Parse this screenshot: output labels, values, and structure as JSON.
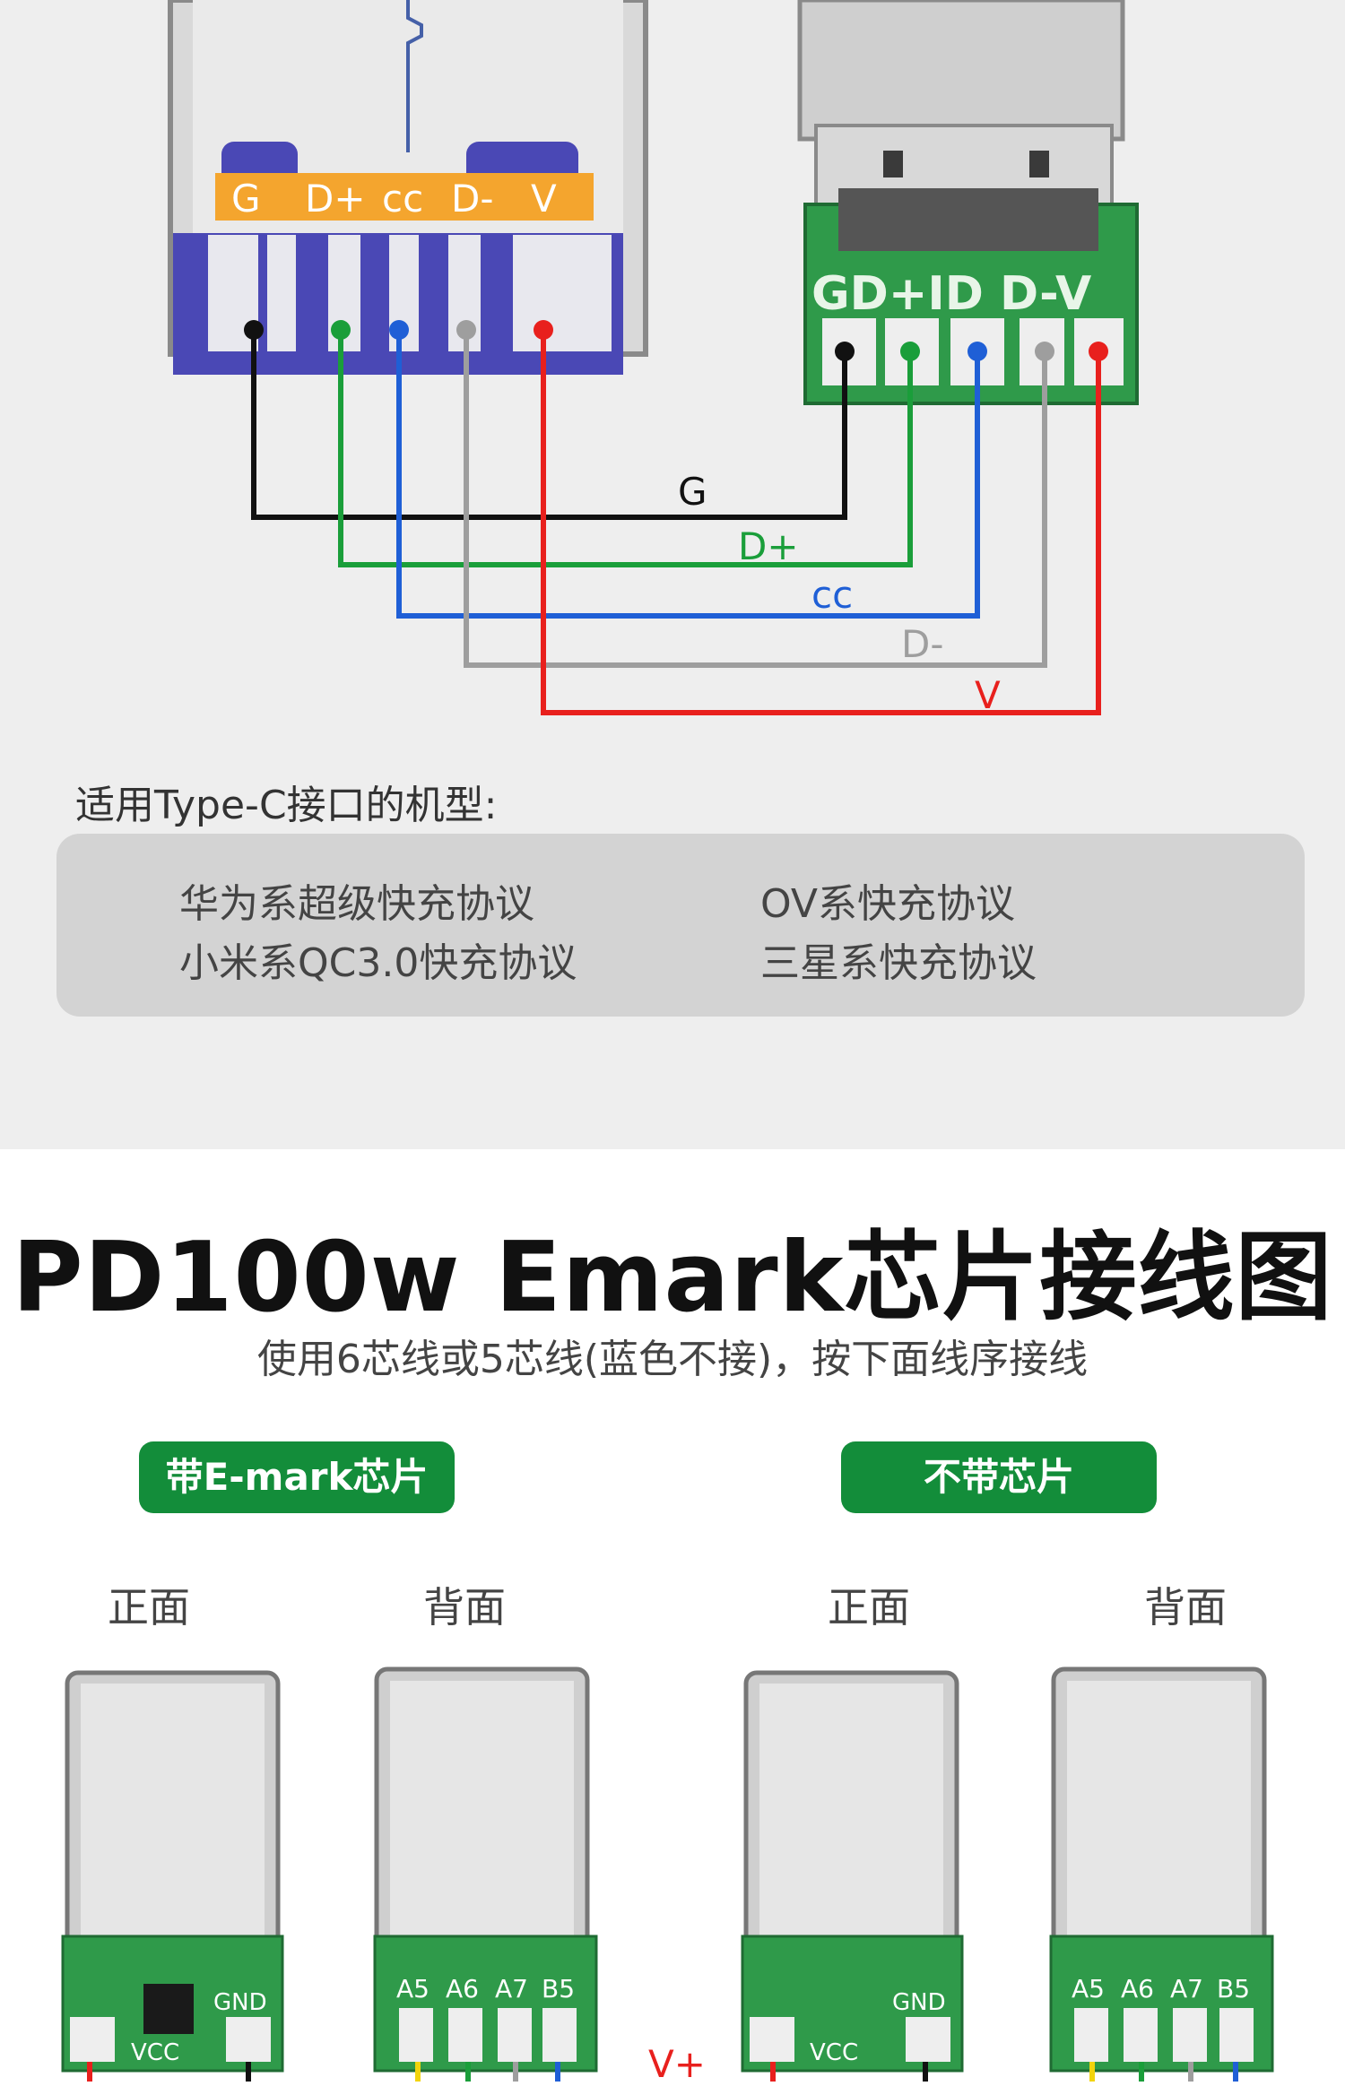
{
  "top_labels": {
    "G": "G",
    "Dplus": "D+",
    "cc": "cc",
    "Dminus": "D-",
    "V": "V",
    "pcb_print": "GD+ID D-V"
  },
  "wire_labels": {
    "G": "G",
    "Dplus": "D+",
    "cc": "cc",
    "Dminus": "D-",
    "V": "V"
  },
  "colors": {
    "G": "#111111",
    "Dplus": "#1a9e3a",
    "cc": "#1f5fd6",
    "Dminus": "#9e9e9e",
    "V": "#e8201d",
    "orange": "#f4a52e",
    "badge": "#138d3a"
  },
  "models": {
    "heading": "适用Type-C接口的机型:",
    "items": [
      "华为系超级快充协议",
      "OV系快充协议",
      "小米系QC3.0快充协议",
      "三星系快充协议"
    ]
  },
  "section": {
    "title": "PD100w  Emark芯片接线图",
    "subtitle": "使用6芯线或5芯线(蓝色不接)，按下面线序接线",
    "badge_left": "带E-mark芯片",
    "badge_right": "不带芯片",
    "front": "正面",
    "back": "背面"
  },
  "board_labels": {
    "gnd": "GND",
    "vcc": "VCC",
    "pins": [
      "A5",
      "A6",
      "A7",
      "B5"
    ],
    "vplus": "V+"
  }
}
